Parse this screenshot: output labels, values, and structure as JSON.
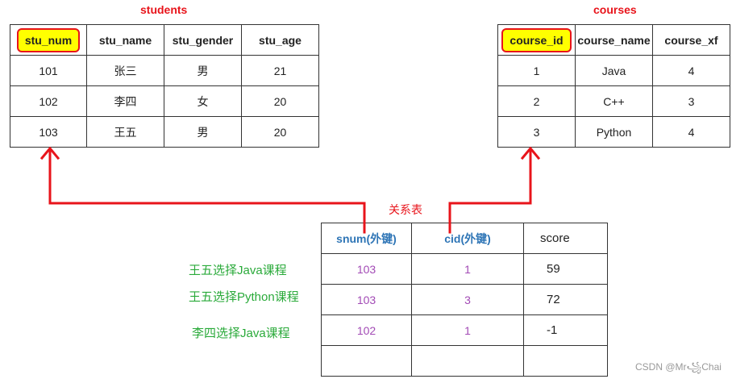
{
  "students": {
    "title": "students",
    "headers": [
      "stu_num",
      "stu_name",
      "stu_gender",
      "stu_age"
    ],
    "rows": [
      [
        "101",
        "张三",
        "男",
        "21"
      ],
      [
        "102",
        "李四",
        "女",
        "20"
      ],
      [
        "103",
        "王五",
        "男",
        "20"
      ]
    ]
  },
  "courses": {
    "title": "courses",
    "headers": [
      "course_id",
      "course_name",
      "course_xf"
    ],
    "rows": [
      [
        "1",
        "Java",
        "4"
      ],
      [
        "2",
        "C++",
        "3"
      ],
      [
        "3",
        "Python",
        "4"
      ]
    ]
  },
  "relation": {
    "title": "关系表",
    "headers": [
      "snum(外键)",
      "cid(外键)",
      "score"
    ],
    "rows": [
      [
        "103",
        "1",
        "59"
      ],
      [
        "103",
        "3",
        "72"
      ],
      [
        "102",
        "1",
        "-1"
      ],
      [
        "",
        "",
        ""
      ]
    ],
    "notes": [
      "王五选择Java课程",
      "王五选择Python课程",
      "李四选择Java课程"
    ]
  },
  "colors": {
    "arrow": "#e8141b",
    "highlight": "#ffff00",
    "fk_header": "#2e75b6",
    "fk_value": "#a24ab5",
    "note": "#2aaa3a"
  },
  "watermark": "CSDN @Mr꧁Chai"
}
